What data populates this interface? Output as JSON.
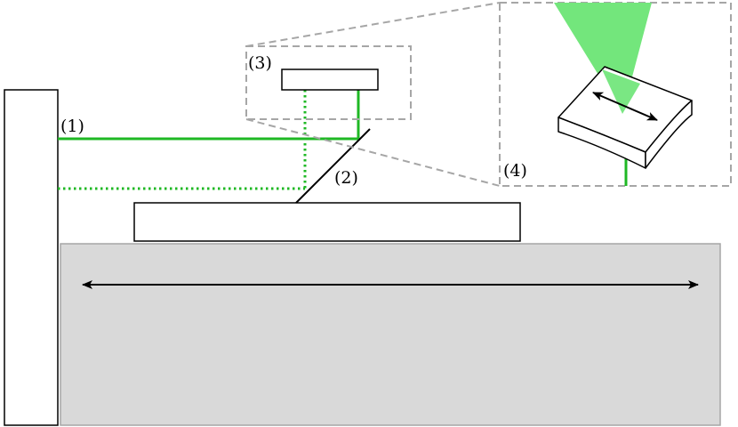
{
  "labels": {
    "one": "(1)",
    "two": "(2)",
    "three": "(3)",
    "four": "(4)"
  },
  "colors": {
    "beam": "#1fb824",
    "cone": "#73e67c",
    "stage_fill": "#d9d9d9",
    "stage_border": "#a6a6a6",
    "zoom_box": "#a6a6a6",
    "outline": "#000000"
  }
}
